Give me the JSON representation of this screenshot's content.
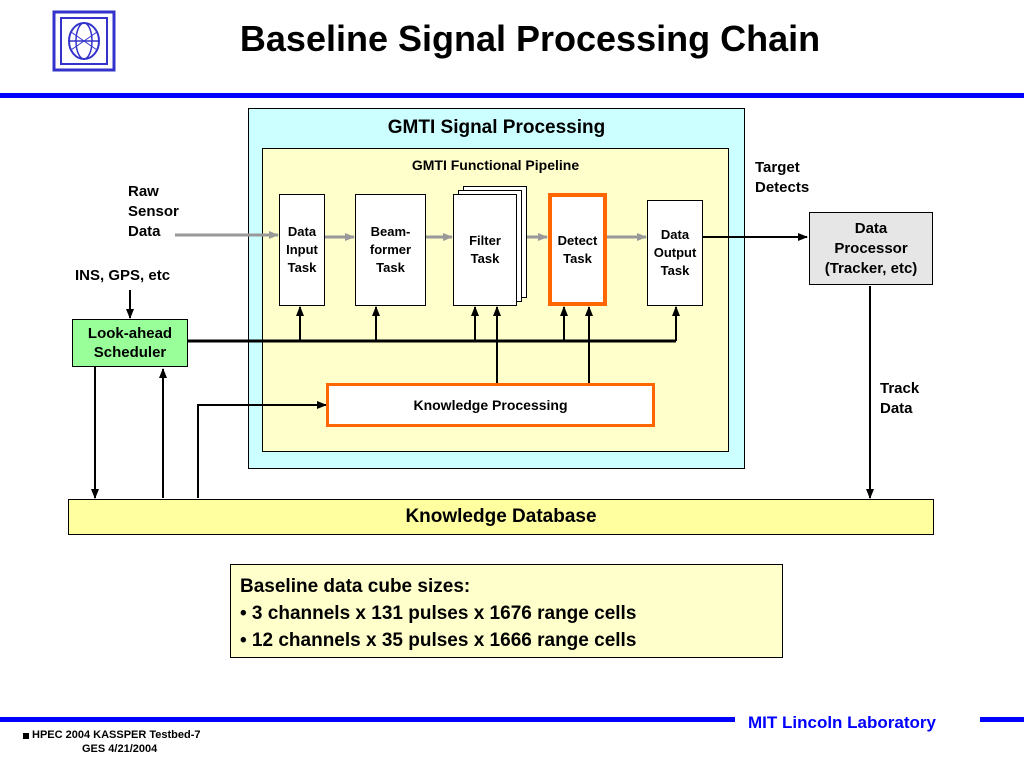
{
  "slide": {
    "title": "Baseline Signal Processing Chain"
  },
  "diagram": {
    "outer_title": "GMTI Signal Processing",
    "pipeline_title": "GMTI Functional Pipeline",
    "raw_sensor": "Raw\nSensor\nData",
    "ins_gps": "INS, GPS, etc",
    "scheduler": "Look-ahead\nScheduler",
    "tasks": {
      "data_input": "Data\nInput\nTask",
      "beamformer": "Beam-\nformer\nTask",
      "filter": "Filter\nTask",
      "detect": "Detect\nTask",
      "data_output": "Data\nOutput\nTask"
    },
    "knowledge_processing": "Knowledge Processing",
    "target_detects": "Target\nDetects",
    "data_processor": "Data\nProcessor\n(Tracker, etc)",
    "track_data": "Track\nData",
    "knowledge_database": "Knowledge Database"
  },
  "notes": {
    "heading": "Baseline data cube sizes:",
    "bullet_1": "• 3 channels x 131 pulses x 1676 range cells",
    "bullet_2": "• 12 channels x 35 pulses x 1666 range cells"
  },
  "footer": {
    "lab": "MIT Lincoln Laboratory",
    "left_line_1": "HPEC 2004 KASSPER Testbed-7",
    "left_line_2": "GES 4/21/2004"
  },
  "colors": {
    "rule_blue": "#0000ff",
    "outer_box": "#ccffff",
    "pipeline_box": "#ffffcc",
    "highlight_orange": "#ff6600",
    "scheduler_green": "#99ff99",
    "processor_gray": "#e6e6e6",
    "arrow_gray": "#999999"
  }
}
